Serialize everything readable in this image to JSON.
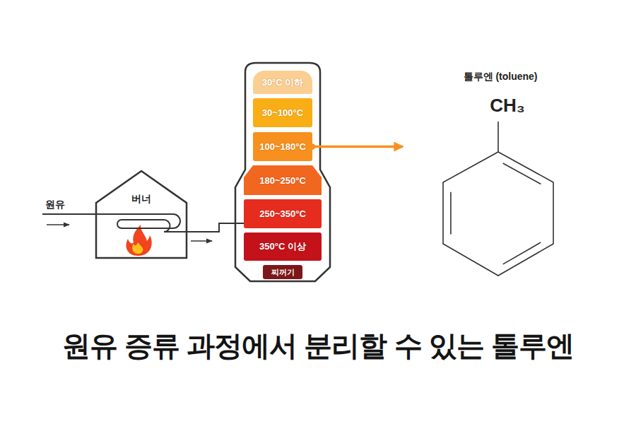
{
  "diagram": {
    "title": "원유 증류 과정에서 분리할 수 있는 톨루엔",
    "nodes": [
      {
        "text": [
          "버너"
        ]
      },
      {
        "text": [
          "30°C 이하"
        ]
      },
      {
        "text": [
          "30~100°C"
        ]
      },
      {
        "text": [
          "100~180°C"
        ]
      },
      {
        "text": [
          "180~250°C"
        ]
      },
      {
        "text": [
          "250~350°C"
        ]
      },
      {
        "text": [
          "350°C 이상"
        ]
      },
      {
        "text": [
          "찌꺼기"
        ]
      },
      {
        "text": [
          "톨루엔 (toluene)",
          "CH₃"
        ]
      }
    ],
    "edges": [
      {
        "from": 0,
        "to": 5,
        "arrow": "none"
      },
      {
        "from": 3,
        "to": 8,
        "arrow": "to"
      }
    ],
    "labels": [
      "원유"
    ]
  }
}
